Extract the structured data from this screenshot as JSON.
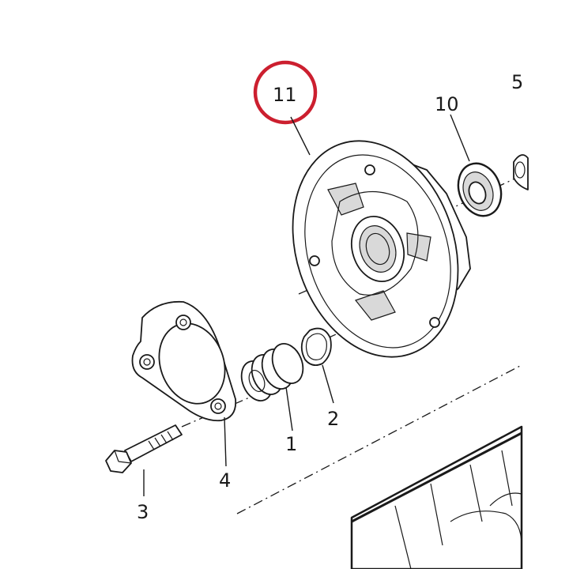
{
  "callouts": {
    "part_1": "1",
    "part_2": "2",
    "part_3": "3",
    "part_4": "4",
    "part_5": "5",
    "part_10": "10",
    "part_11": "11"
  },
  "highlight": {
    "part": "11",
    "color": "#cc1f2f"
  },
  "colors": {
    "line": "#1a1a1a",
    "background": "#ffffff"
  }
}
